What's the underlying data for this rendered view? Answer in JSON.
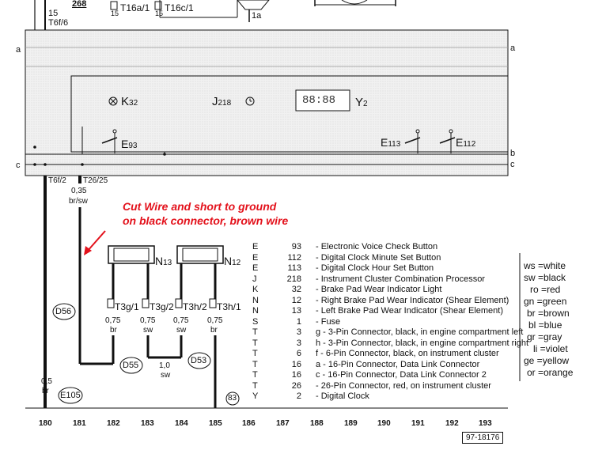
{
  "top": {
    "t6f6": "T6f/6",
    "wire15": "15",
    "ref268": "268",
    "t16a1": "T16a/1",
    "t16a1_pin": "15",
    "t16c1": "T16c/1",
    "t16c1_pin": "15",
    "pin1a": "1a"
  },
  "panel": {
    "edge_a": "a",
    "edge_b": "b",
    "edge_c": "c",
    "k32": "K",
    "k32_num": "32",
    "j218": "J",
    "j218_num": "218",
    "y2": "Y",
    "y2_num": "2",
    "clock_display": "88:88",
    "e93": "E",
    "e93_num": "93",
    "e113": "E",
    "e113_num": "113",
    "e112": "E",
    "e112_num": "112"
  },
  "wiring": {
    "t6f2": "T6f/2",
    "t2625": "T26/25",
    "w035": "0,35",
    "brsw": "br/sw",
    "n13": "N",
    "n13_num": "13",
    "n12": "N",
    "n12_num": "12",
    "connectors": [
      {
        "label": "T3g/1",
        "gauge": "0,75",
        "color": "br"
      },
      {
        "label": "T3g/2",
        "gauge": "0,75",
        "color": "sw"
      },
      {
        "label": "T3h/2",
        "gauge": "0,75",
        "color": "sw"
      },
      {
        "label": "T3h/1",
        "gauge": "0,75",
        "color": "br"
      }
    ],
    "d56": "D56",
    "d55": "D55",
    "d53": "D53",
    "e105": "E105",
    "ref83": "83",
    "w10": "1,0",
    "w10_color": "sw",
    "w05": "0,5",
    "w05_color": "br"
  },
  "annotation": {
    "line1": "Cut Wire and short to ground",
    "line2": "on black connector, brown wire"
  },
  "legend": [
    {
      "code": "E",
      "num": "93",
      "desc": "- Electronic Voice Check Button"
    },
    {
      "code": "E",
      "num": "112",
      "desc": "- Digital Clock Minute Set Button"
    },
    {
      "code": "E",
      "num": "113",
      "desc": "- Digital Clock Hour Set Button"
    },
    {
      "code": "J",
      "num": "218",
      "desc": "- Instrument Cluster Combination Processor"
    },
    {
      "code": "K",
      "num": "32",
      "desc": "- Brake Pad Wear Indicator Light"
    },
    {
      "code": "N",
      "num": "12",
      "desc": "- Right Brake Pad Wear Indicator (Shear Element)"
    },
    {
      "code": "N",
      "num": "13",
      "desc": "- Left Brake Pad Wear Indicator (Shear Element)"
    },
    {
      "code": "S",
      "num": "1",
      "desc": "- Fuse"
    },
    {
      "code": "T",
      "num": "3",
      "desc": "g - 3-Pin Connector, black, in engine compartment left"
    },
    {
      "code": "T",
      "num": "3",
      "desc": "h - 3-Pin Connector, black, in engine compartment right"
    },
    {
      "code": "T",
      "num": "6",
      "desc": "f - 6-Pin Connector, black, on instrument cluster"
    },
    {
      "code": "T",
      "num": "16",
      "desc": "a - 16-Pin Connector, Data Link Connector"
    },
    {
      "code": "T",
      "num": "16",
      "desc": "c - 16-Pin Connector, Data Link Connector 2"
    },
    {
      "code": "T",
      "num": "26",
      "desc": "- 26-Pin Connector, red, on instrument cluster"
    },
    {
      "code": "Y",
      "num": "2",
      "desc": "- Digital Clock"
    }
  ],
  "color_key": [
    "ws =white",
    "sw =black",
    "ro =red",
    "gn =green",
    "br =brown",
    "bl =blue",
    "gr =gray",
    "li =violet",
    "ge =yellow",
    "or =orange"
  ],
  "columns": [
    "180",
    "181",
    "182",
    "183",
    "184",
    "185",
    "186",
    "187",
    "188",
    "189",
    "190",
    "191",
    "192",
    "193"
  ],
  "ref_code": "97-18176",
  "colors": {
    "annotation": "#e3111b",
    "panel": "#ededed",
    "line": "#111111"
  }
}
